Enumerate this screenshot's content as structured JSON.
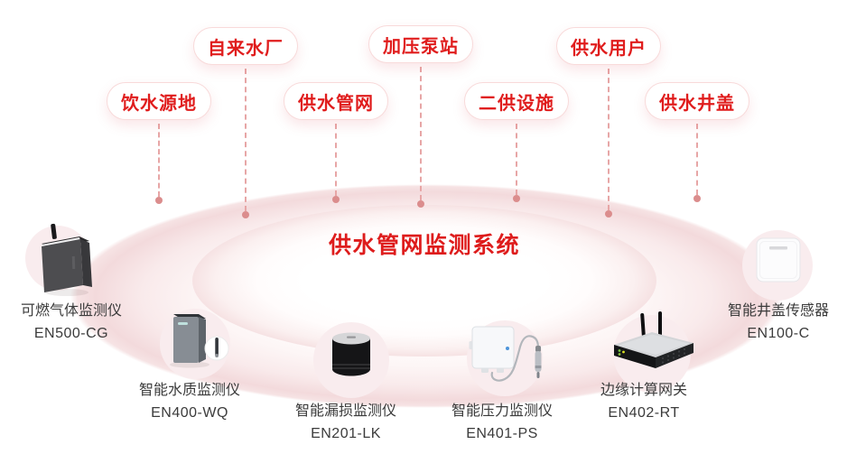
{
  "title": "供水管网监测系统",
  "colors": {
    "accent_red": "#de1c1c",
    "pill_border": "#f8dada",
    "connector_pink": "#e7a6a6",
    "device_label_text": "#3b3b3b",
    "device_circle_bg": "#f9ecee"
  },
  "pills": [
    {
      "label": "自来水厂"
    },
    {
      "label": "加压泵站"
    },
    {
      "label": "供水用户"
    },
    {
      "label": "饮水源地"
    },
    {
      "label": "供水管网"
    },
    {
      "label": "二供设施"
    },
    {
      "label": "供水井盖"
    }
  ],
  "devices": [
    {
      "name": "可燃气体监测仪",
      "model": "EN500-CG",
      "icon": "gas-monitor-icon"
    },
    {
      "name": "智能水质监测仪",
      "model": "EN400-WQ",
      "icon": "water-quality-monitor-icon"
    },
    {
      "name": "智能漏损监测仪",
      "model": "EN201-LK",
      "icon": "leak-monitor-icon"
    },
    {
      "name": "智能压力监测仪",
      "model": "EN401-PS",
      "icon": "pressure-monitor-icon"
    },
    {
      "name": "边缘计算网关",
      "model": "EN402-RT",
      "icon": "edge-gateway-icon"
    },
    {
      "name": "智能井盖传感器",
      "model": "EN100-C",
      "icon": "manhole-sensor-icon"
    }
  ]
}
